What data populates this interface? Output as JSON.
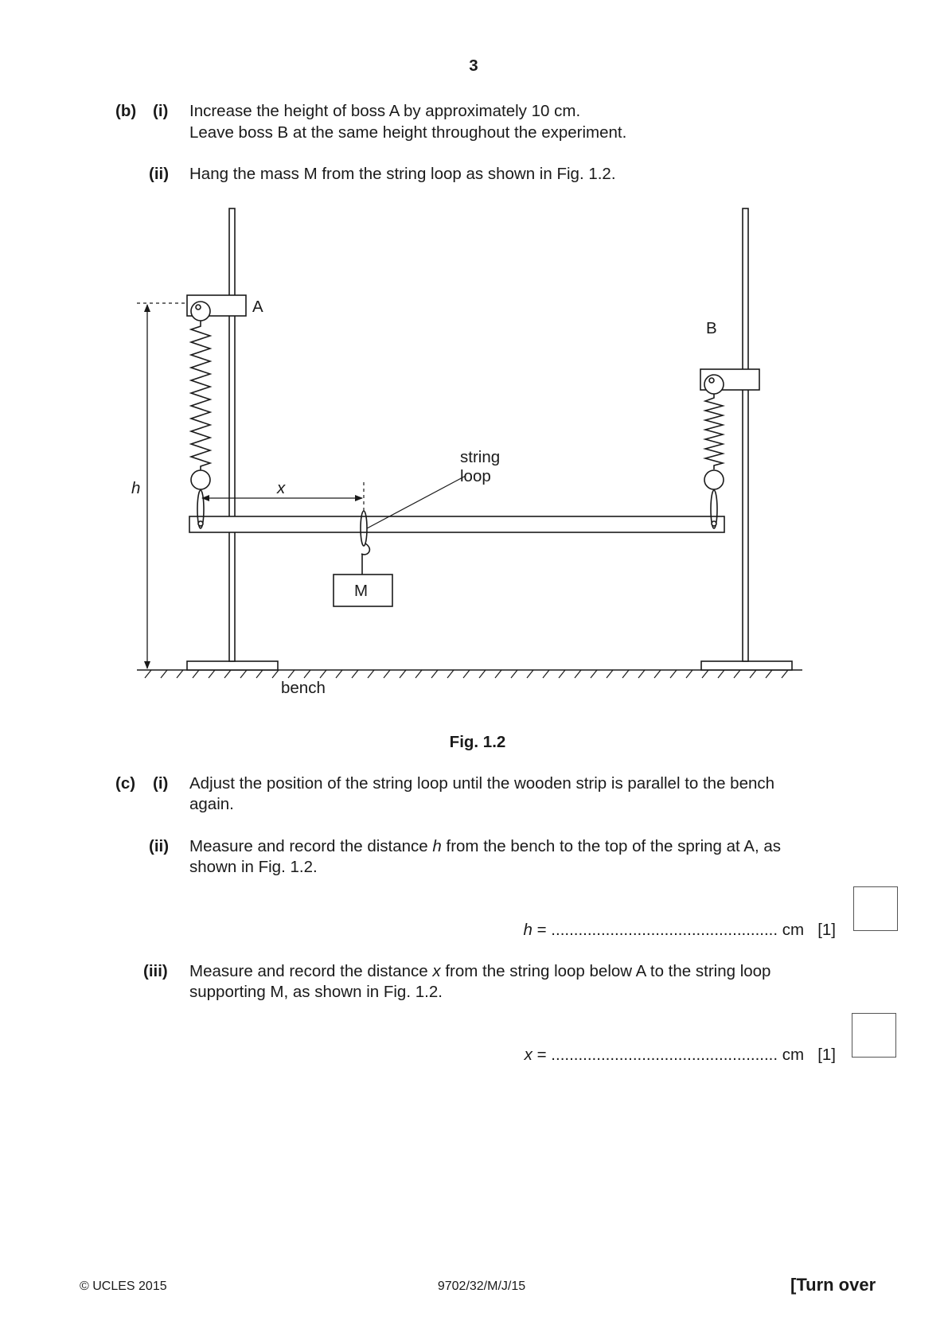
{
  "page_number": "3",
  "part_b": {
    "label": "(b)",
    "i": {
      "label": "(i)",
      "line1": "Increase the height of boss A by approximately 10 cm.",
      "line2": "Leave boss B at the same height throughout the experiment."
    },
    "ii": {
      "label": "(ii)",
      "text": "Hang the mass M from the string loop as shown in Fig. 1.2."
    }
  },
  "figure": {
    "caption": "Fig. 1.2",
    "labels": {
      "boss_a": "A",
      "boss_b": "B",
      "h": "h",
      "x": "x",
      "string_line1": "string",
      "string_line2": "loop",
      "mass": "M",
      "bench": "bench"
    }
  },
  "part_c": {
    "label": "(c)",
    "i": {
      "label": "(i)",
      "line1": "Adjust the position of the string loop until the wooden strip is parallel to the bench",
      "line2": "again."
    },
    "ii": {
      "label": "(ii)",
      "line1_pre": "Measure and record the distance ",
      "line1_var": "h",
      "line1_post": " from the bench to the top of the spring at A, as",
      "line2": "shown in Fig. 1.2.",
      "answer_var": "h",
      "answer_eq": " = ",
      "dots": "..................................................",
      "unit": "cm",
      "marks": "[1]"
    },
    "iii": {
      "label": "(iii)",
      "line1_pre": "Measure and record the distance ",
      "line1_var": "x",
      "line1_post": " from the string loop below A to the string loop",
      "line2": "supporting M, as shown in Fig. 1.2.",
      "answer_var": "x",
      "answer_eq": " = ",
      "dots": "..................................................",
      "unit": "cm",
      "marks": "[1]"
    }
  },
  "footer": {
    "copyright": "© UCLES 2015",
    "code": "9702/32/M/J/15",
    "turn_over": "[Turn over"
  }
}
